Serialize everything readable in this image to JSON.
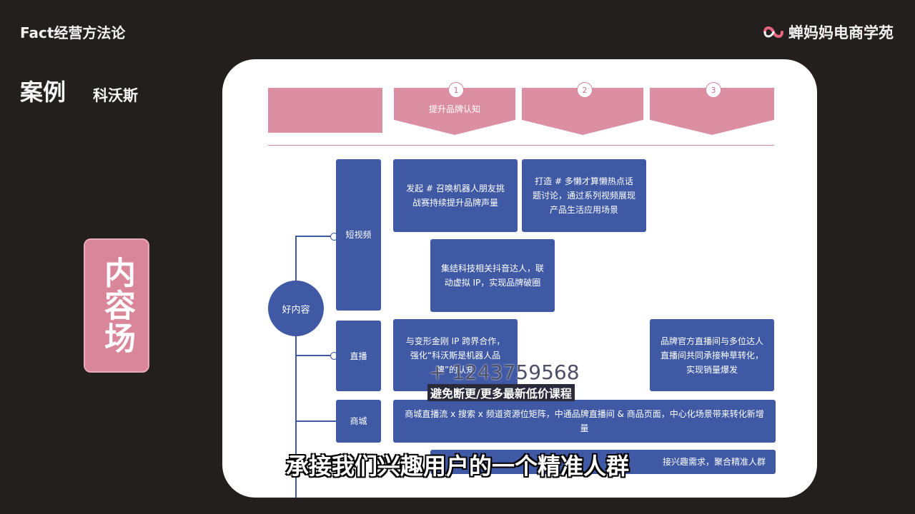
{
  "header": {
    "title": "Fact经营方法论",
    "brand": "蝉妈妈电商学苑"
  },
  "case": {
    "label": "案例",
    "name": "科沃斯"
  },
  "side_tag": "内容场",
  "diagram": {
    "head_first": "",
    "steps": [
      {
        "num": "1",
        "label": "提升品牌认知"
      },
      {
        "num": "2",
        "label": ""
      },
      {
        "num": "3",
        "label": ""
      }
    ],
    "root": "好内容",
    "branches": {
      "short_video": "短视频",
      "live": "直播",
      "mall": "商城"
    },
    "boxes": {
      "sv_1": "发起 # 召唤机器人朋友挑战赛持续提升品牌声量",
      "sv_2": "打造 # 多懒才算懒热点话题讨论，通过系列视频展现产品生活应用场景",
      "sv_3": "集结科技相关抖音达人，联动虚拟 IP，实现品牌破圈",
      "live_1": "与变形金刚 IP 跨界合作，强化“科沃斯是机器人品牌”的认知",
      "live_2": "品牌官方直播间与多位达人直播间共同承接种草转化，实现销量爆发",
      "mall_1": "商城直播流 x 搜索 x 频道资源位矩阵，中通品牌直播间 & 商品页面，中心化场景带来转化新增量",
      "bottom_1": "接兴趣需求，聚合精准人群"
    }
  },
  "overlay": {
    "phone": "+ 1243759568",
    "promo": "避免断更/更多最新低价课程"
  },
  "caption": "承接我们兴趣用户的一个精准人群"
}
